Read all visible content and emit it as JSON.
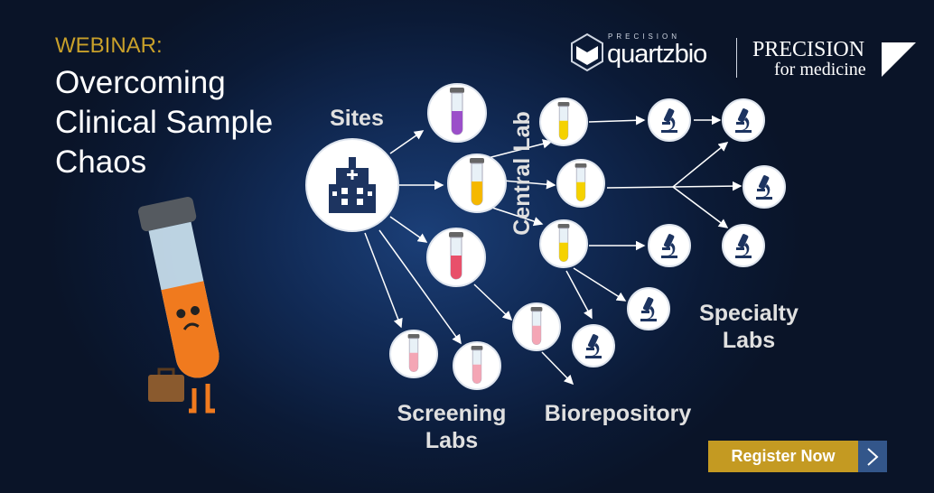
{
  "header": {
    "eyebrow": "WEBINAR:",
    "title": "Overcoming Clinical Sample Chaos"
  },
  "logos": {
    "quartzbio_small": "PRECISION",
    "quartzbio": "quartzbio",
    "precision_line1": "PRECISION",
    "precision_line2": "for medicine"
  },
  "diagram": {
    "sites": "Sites",
    "central_lab": "Central Lab",
    "specialty_labs": "Specialty Labs",
    "screening_labs": "Screening Labs",
    "biorepository": "Biorepository"
  },
  "cta": {
    "label": "Register Now",
    "icon": "chevron-right-icon"
  },
  "colors": {
    "accent": "#c49a22",
    "button_arrow": "#33568a",
    "background": "#0b1a36"
  }
}
